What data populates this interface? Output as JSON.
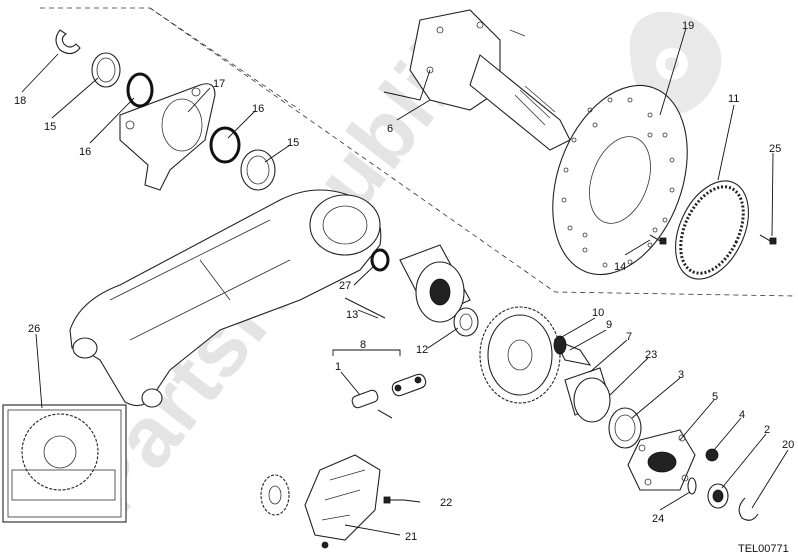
{
  "diagram": {
    "reference_code": "TEL00771",
    "watermark_text": "PartsRepublik",
    "part_numbers": {
      "p1": "1",
      "p2": "2",
      "p3": "3",
      "p4": "4",
      "p5": "5",
      "p6": "6",
      "p7": "7",
      "p8": "8",
      "p9": "9",
      "p10": "10",
      "p11": "11",
      "p12": "12",
      "p13": "13",
      "p14": "14",
      "p15a": "15",
      "p15b": "15",
      "p16a": "16",
      "p16b": "16",
      "p17": "17",
      "p18": "18",
      "p19": "19",
      "p20": "20",
      "p21": "21",
      "p22": "22",
      "p23": "23",
      "p24": "24",
      "p25": "25",
      "p26": "26",
      "p27": "27"
    }
  }
}
